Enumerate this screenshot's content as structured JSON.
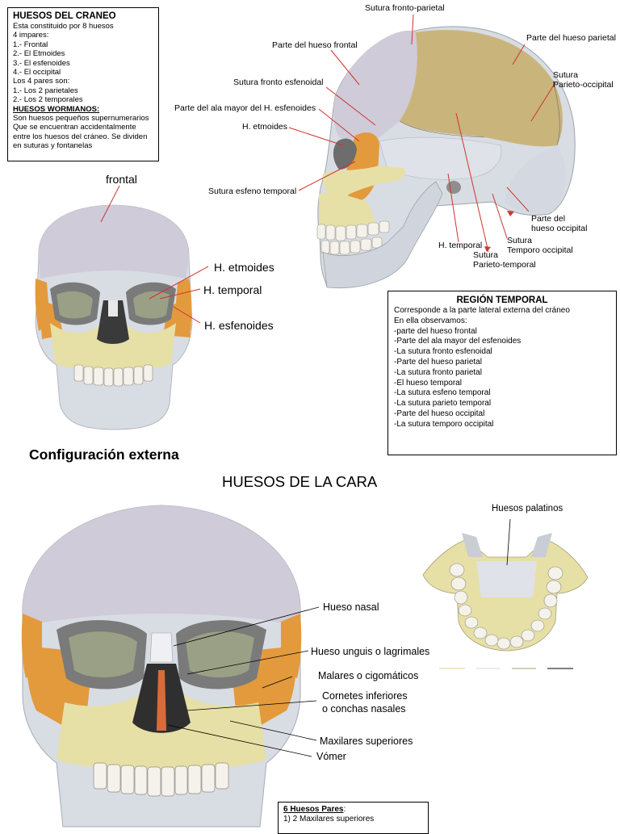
{
  "colors": {
    "bone": "#d8dce3",
    "frontal": "#cfcbd9",
    "parietal": "#c9b47c",
    "sphenoid": "#e39a3c",
    "maxilla": "#e6e0a6",
    "teeth": "#f4f2ea",
    "shadow": "#8e8e8e",
    "lines": "#d0342c"
  },
  "craneo_box": {
    "title": "HUESOS DEL CRANEO",
    "lines": [
      "Esta constituido por 8 huesos",
      "4 impares:",
      "1.- Frontal",
      "2.- El Etmoides",
      "3.- El esfenoides",
      "4.- El occipital",
      "Los 4 pares son:",
      "1.- Los 2 parietales",
      "2.- Los 2 temporales"
    ],
    "subtitle": "HUESOS WORMIANOS:",
    "sub_lines": [
      "Son huesos pequeños supernumerarios",
      "Que se encuentran accidentalmente",
      "entre los huesos del cráneo. Se dividen",
      "en suturas y fontanelas"
    ]
  },
  "lateral_labels": {
    "sutura_fronto_parietal": "Sutura fronto-parietal",
    "parte_frontal": "Parte del hueso frontal",
    "parte_parietal": "Parte del hueso parietal",
    "sutura_fronto_esfenoidal": "Sutura fronto esfenoidal",
    "sutura_parieto_occipital_1": "Sutura",
    "sutura_parieto_occipital_2": "Parieto-occipital",
    "ala_mayor": "Parte del ala mayor del H. esfenoides",
    "etmoides": "H. etmoides",
    "esfeno_temporal": "Sutura esfeno temporal",
    "occipital_1": "Parte del",
    "occipital_2": "hueso occipital",
    "temporal": "H. temporal",
    "temporo_occipital_1": "Sutura",
    "temporo_occipital_2": "Temporo occipital",
    "parieto_temporal_1": "Sutura",
    "parieto_temporal_2": "Parieto-temporal"
  },
  "frontal_labels": {
    "frontal": "frontal",
    "etmoides": "H. etmoides",
    "temporal": "H. temporal",
    "esfenoides": "H. esfenoides"
  },
  "config_title": "Configuración externa",
  "temporal_box": {
    "title": "REGIÓN TEMPORAL",
    "lines": [
      "Corresponde a la parte lateral externa del cráneo",
      "En ella observamos:",
      "-parte del hueso frontal",
      "-Parte del ala mayor del esfenoides",
      "-La sutura fronto esfenoidal",
      "-Parte del hueso parietal",
      "-La sutura fronto parietal",
      "-El hueso temporal",
      "-La sutura esfeno temporal",
      "-La sutura parieto temporal",
      "-Parte del hueso occipital",
      "-La sutura temporo occipital"
    ]
  },
  "cara_title": "HUESOS DE LA CARA",
  "face_labels": {
    "nasal": "Hueso nasal",
    "unguis": "Hueso unguis o lagrimales",
    "malares": "Malares o cigomáticos",
    "cornetes_1": "Cornetes inferiores",
    "cornetes_2": "o conchas nasales",
    "maxilares": "Maxilares superiores",
    "vomer": "Vómer",
    "palatinos": "Huesos palatinos"
  },
  "pares_box": {
    "title": "6 Huesos Pares",
    "colon": ":",
    "line1": "1) 2 Maxilares superiores"
  }
}
